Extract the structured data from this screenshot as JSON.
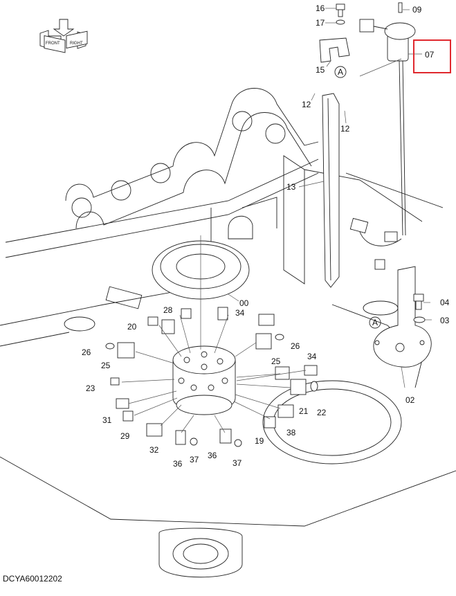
{
  "document_code": "DCYA60012202",
  "compass": {
    "front": "FRONT",
    "right": "RIGHT"
  },
  "ref_markers": {
    "a_top": "A",
    "a_right": "A"
  },
  "highlight": {
    "callout": "07",
    "color": "#e0282e"
  },
  "callouts": [
    {
      "id": "16",
      "text": "16"
    },
    {
      "id": "17",
      "text": "17"
    },
    {
      "id": "15",
      "text": "15"
    },
    {
      "id": "09",
      "text": "09"
    },
    {
      "id": "07",
      "text": "07"
    },
    {
      "id": "12a",
      "text": "12"
    },
    {
      "id": "12b",
      "text": "12"
    },
    {
      "id": "13",
      "text": "13"
    },
    {
      "id": "00",
      "text": "00"
    },
    {
      "id": "28",
      "text": "28"
    },
    {
      "id": "34a",
      "text": "34"
    },
    {
      "id": "20",
      "text": "20"
    },
    {
      "id": "26a",
      "text": "26"
    },
    {
      "id": "25a",
      "text": "25"
    },
    {
      "id": "26b",
      "text": "26"
    },
    {
      "id": "25b",
      "text": "25"
    },
    {
      "id": "34b",
      "text": "34"
    },
    {
      "id": "23",
      "text": "23"
    },
    {
      "id": "21",
      "text": "21"
    },
    {
      "id": "22",
      "text": "22"
    },
    {
      "id": "31",
      "text": "31"
    },
    {
      "id": "29",
      "text": "29"
    },
    {
      "id": "32",
      "text": "32"
    },
    {
      "id": "36a",
      "text": "36"
    },
    {
      "id": "37a",
      "text": "37"
    },
    {
      "id": "36b",
      "text": "36"
    },
    {
      "id": "37b",
      "text": "37"
    },
    {
      "id": "19",
      "text": "19"
    },
    {
      "id": "38",
      "text": "38"
    },
    {
      "id": "04",
      "text": "04"
    },
    {
      "id": "03",
      "text": "03"
    },
    {
      "id": "02",
      "text": "02"
    }
  ]
}
